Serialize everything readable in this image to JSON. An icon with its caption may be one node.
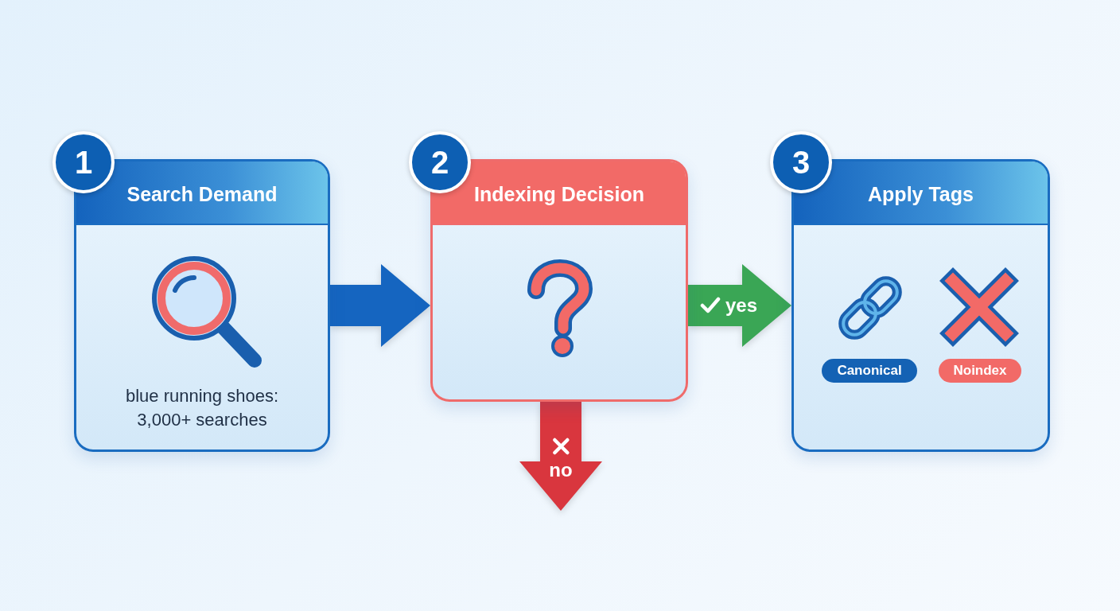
{
  "diagram": {
    "nodes": [
      {
        "text": [
          "1",
          "Search Demand",
          "blue running shoes: 3,000+ searches"
        ]
      },
      {
        "text": [
          "2",
          "Indexing Decision"
        ]
      },
      {
        "text": [
          "3",
          "Apply Tags"
        ]
      },
      {
        "text": [
          "Canonical"
        ],
        "in": 2
      },
      {
        "text": [
          "Noindex"
        ],
        "in": 2
      }
    ],
    "edges": [
      {
        "from": 0,
        "to": 1,
        "arrow": "to",
        "style": "thick",
        "color": "#1565c0"
      },
      {
        "from": 1,
        "to": 2,
        "arrow": "to",
        "label": "yes",
        "style": "thick",
        "color": "#3aa655"
      },
      {
        "from": 1,
        "to": null,
        "arrow": "to",
        "label": "no",
        "style": "thick",
        "color": "#d9363e"
      }
    ]
  }
}
